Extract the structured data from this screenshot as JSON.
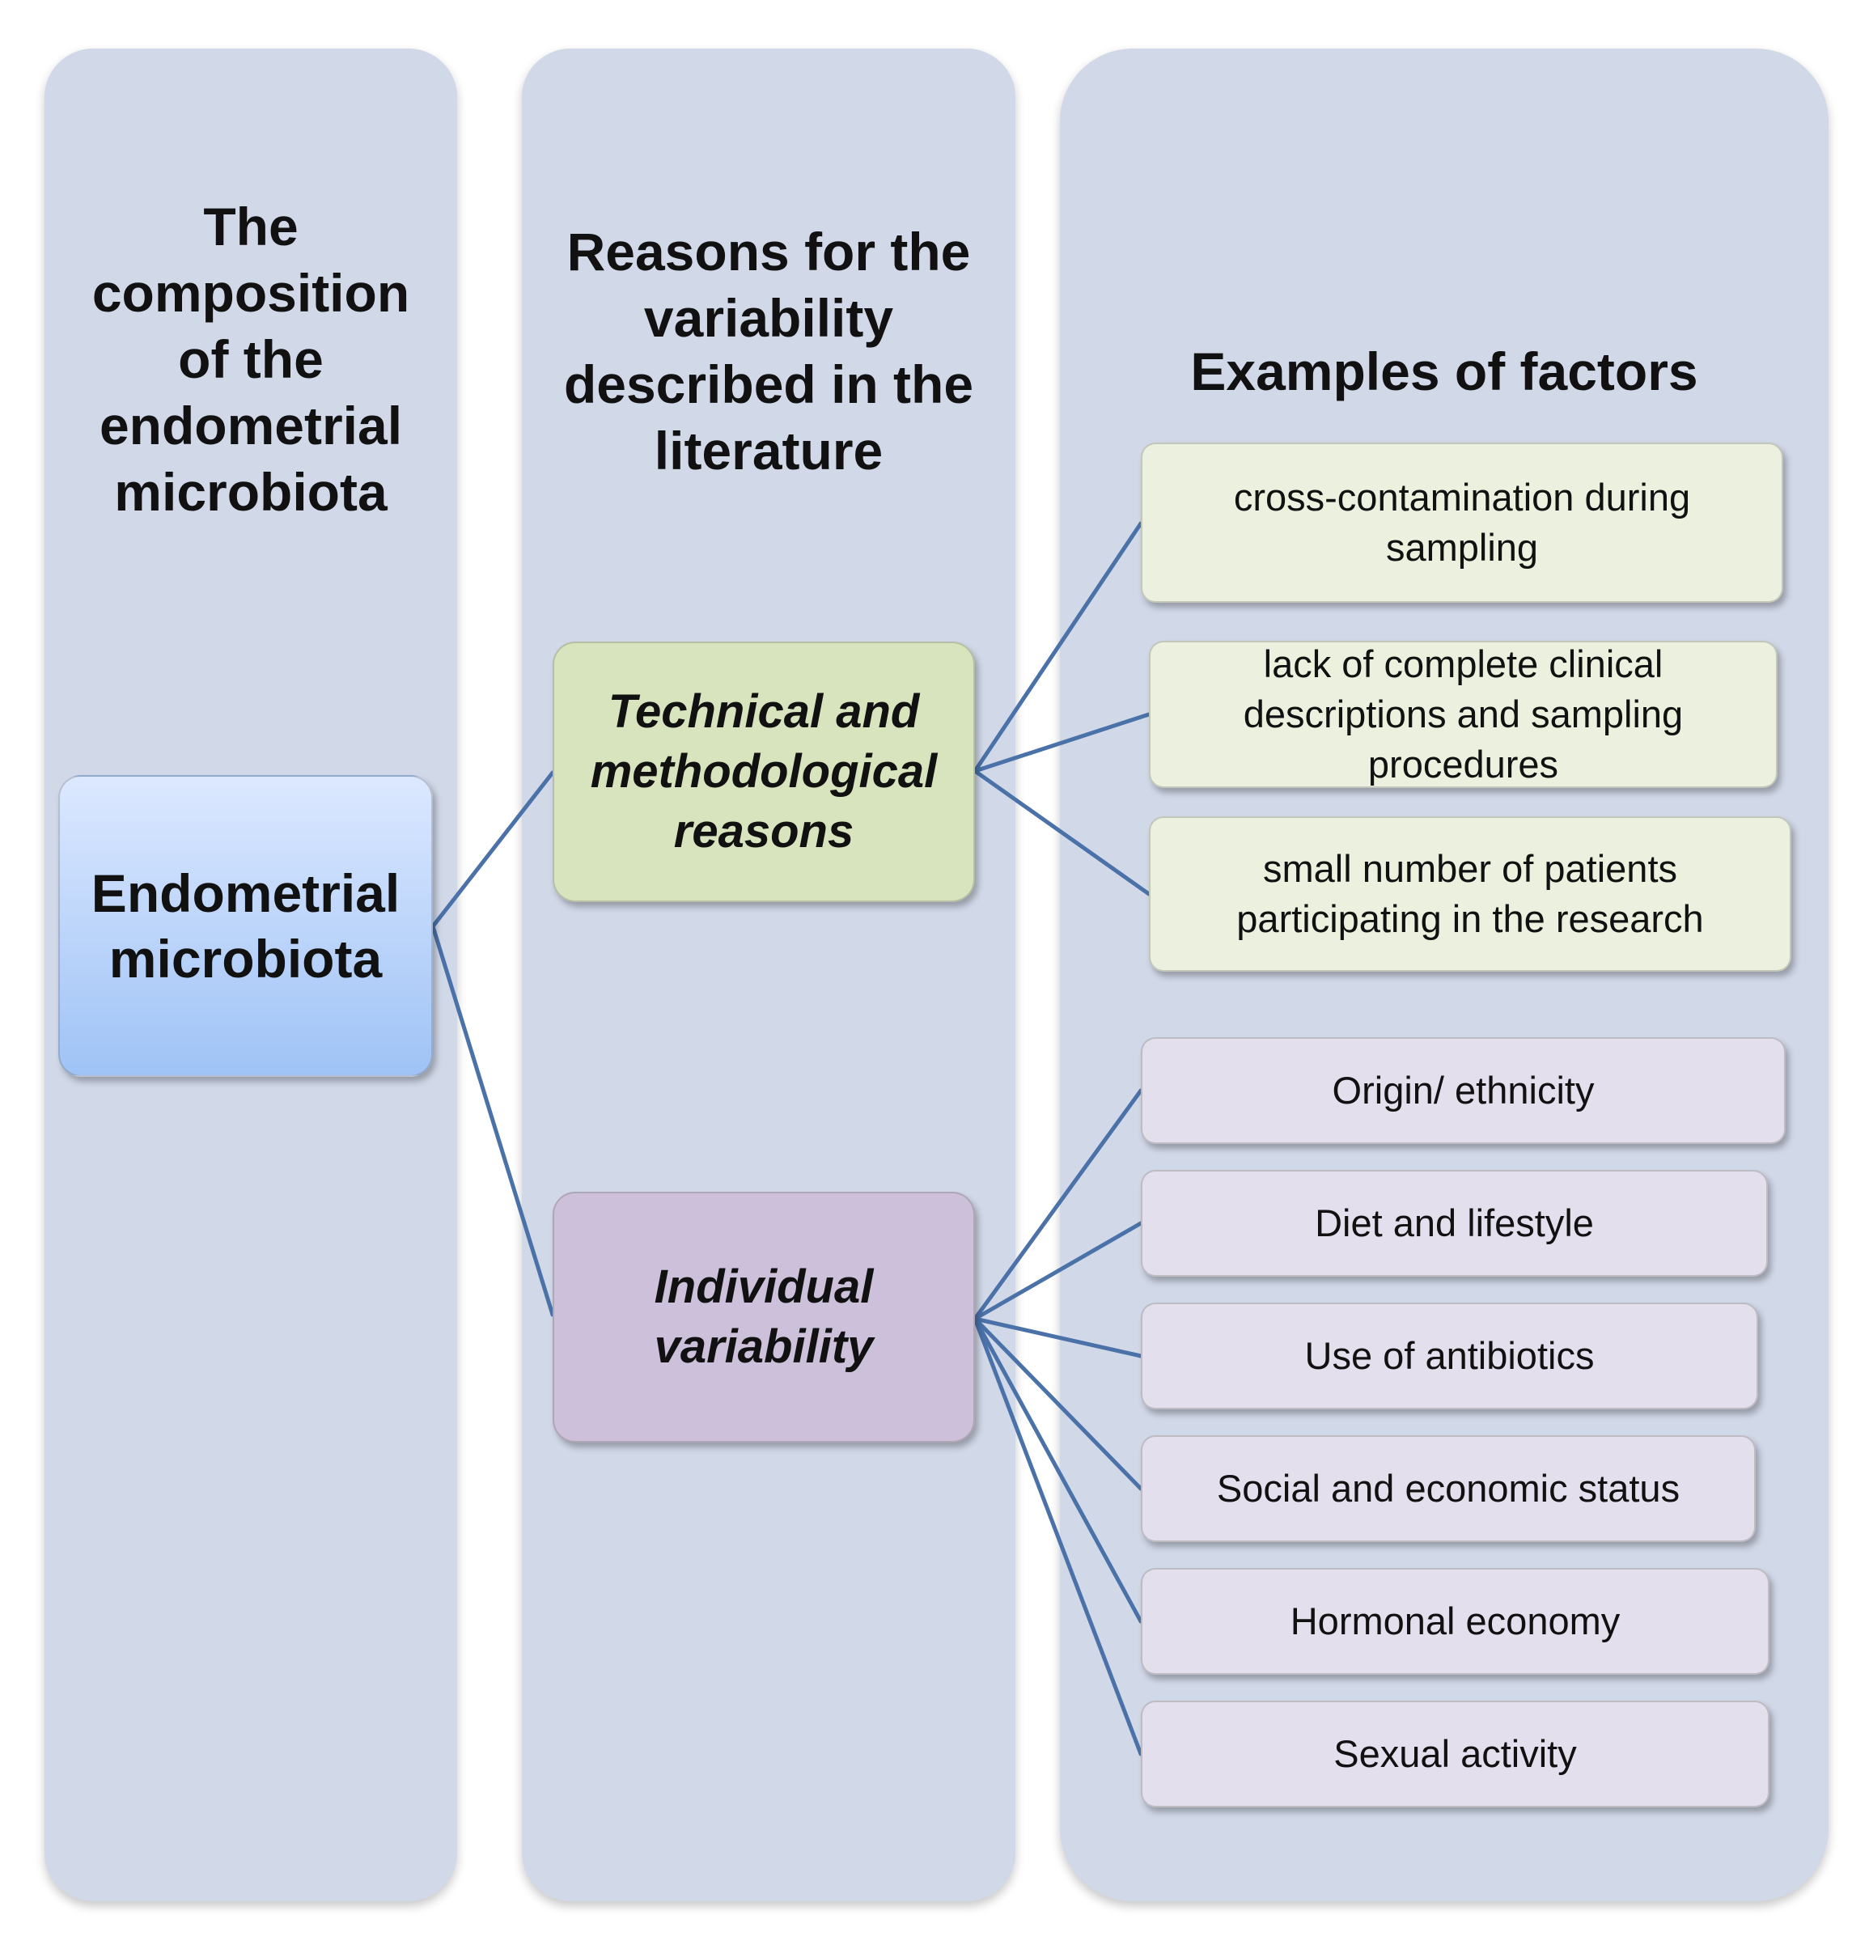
{
  "columns": {
    "composition": {
      "header": "The composition of the endometrial microbiota"
    },
    "reasons": {
      "header": "Reasons for the variability described in the literature"
    },
    "examples": {
      "header": "Examples of factors"
    }
  },
  "root": {
    "label": "Endometrial microbiota",
    "color": "#9fc3f6"
  },
  "reasons": {
    "technical": {
      "label": "Technical and methodological reasons",
      "color": "#d7e4bd"
    },
    "individual": {
      "label": "Individual variability",
      "color": "#ccc0da"
    }
  },
  "examples": {
    "technical": [
      "cross-contamination during sampling",
      "lack of complete clinical descriptions and sampling procedures",
      "small number of patients participating in the research"
    ],
    "individual": [
      "Origin/ ethnicity",
      "Diet and lifestyle",
      "Use of antibiotics",
      "Social and economic status",
      "Hormonal economy",
      "Sexual activity"
    ]
  },
  "colors": {
    "column_bg": "#d1d8e8",
    "connector": "#4a72a8",
    "example_green": "#ebf1de",
    "example_purple": "#e4dfec"
  }
}
